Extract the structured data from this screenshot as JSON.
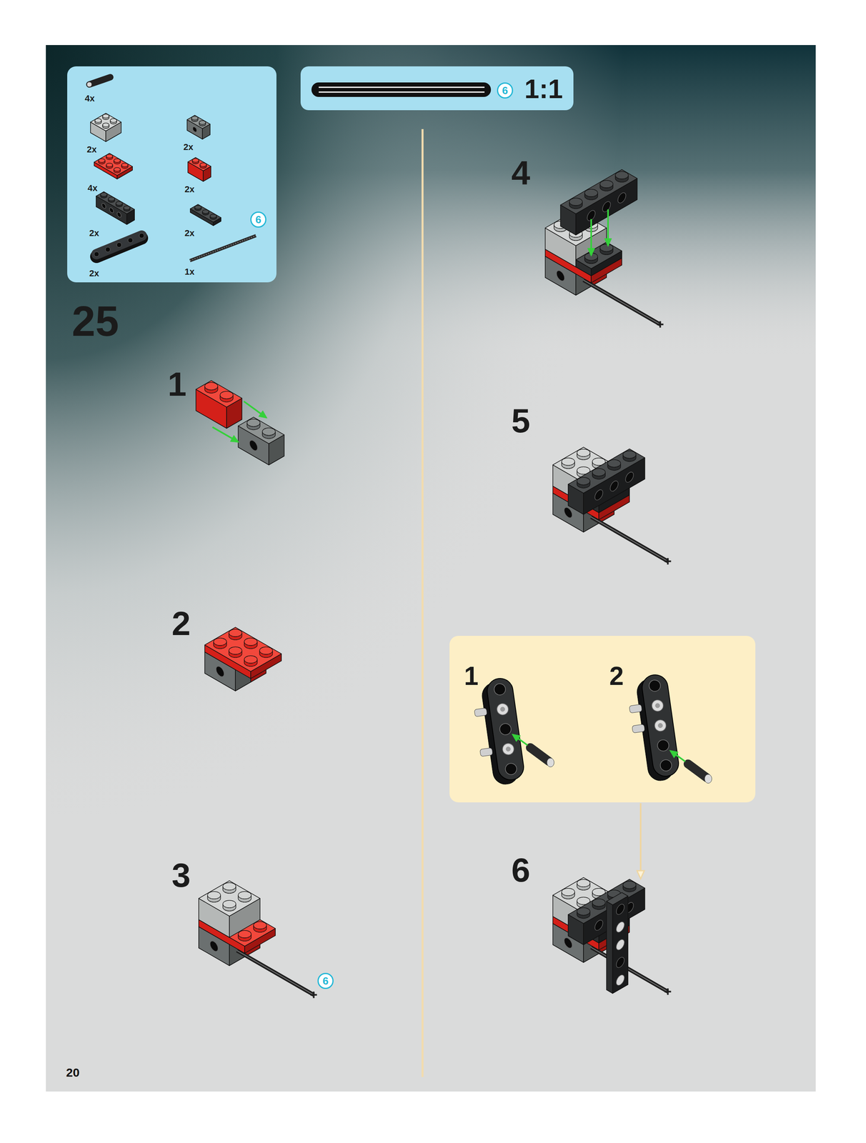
{
  "diagram": {
    "nodes": [
      {
        "text": [
          "4x",
          "2x",
          "2x",
          "4x",
          "2x",
          "2x",
          "2x",
          "6",
          "2x",
          "1x"
        ]
      },
      {
        "text": [
          "6",
          "1:1"
        ]
      },
      {
        "text": [
          "1",
          "2"
        ]
      }
    ],
    "labels": [
      "25",
      "1",
      "2",
      "3",
      "6",
      "4",
      "5",
      "6",
      "20"
    ]
  }
}
